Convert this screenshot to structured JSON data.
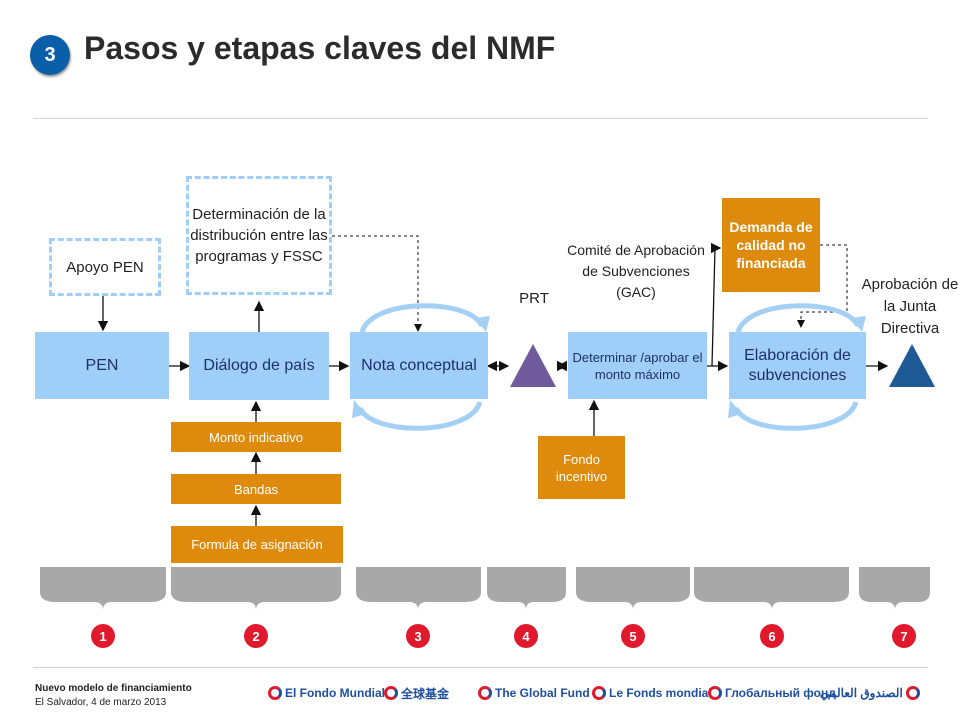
{
  "title": {
    "badge": "3",
    "text": "Pasos y etapas claves del NMF"
  },
  "boxes": {
    "pen": "PEN",
    "apoyo_pen": "Apoyo PEN",
    "dialogo": "Diálogo de país",
    "determinacion": "Determinación de la distribución entre las programas y FSSC",
    "monto": "Monto indicativo",
    "bandas": "Bandas",
    "formula": "Formula de asignación",
    "nota": "Nota conceptual",
    "prt": "PRT",
    "gac": "Comité de Aprobación de Subvenciones (GAC)",
    "determinar": "Determinar /aprobar el monto máximo",
    "fondo": "Fondo incentivo",
    "demanda": "Demanda de calidad no financiada",
    "elaboracion": "Elaboración de subvenciones",
    "aprobacion": "Aprobación de la Junta Directiva"
  },
  "steps": [
    "1",
    "2",
    "3",
    "4",
    "5",
    "6",
    "7"
  ],
  "colors": {
    "blue_box": "#9fcff8",
    "orange_box": "#de8a0c",
    "step_red": "#e0192c",
    "prt_triangle": "#6f5a9c",
    "board_triangle": "#1e5b96",
    "bracket_gray": "#a8a8a8"
  },
  "footer": {
    "title": "Nuevo modelo de financiamiento",
    "subtitle": "El Salvador, 4 de marzo 2013",
    "logos": [
      "El Fondo Mundial",
      "全球基金",
      "The Global Fund",
      "Le Fonds mondial",
      "Глобальный фонд",
      "الصندوق العالمي"
    ]
  }
}
